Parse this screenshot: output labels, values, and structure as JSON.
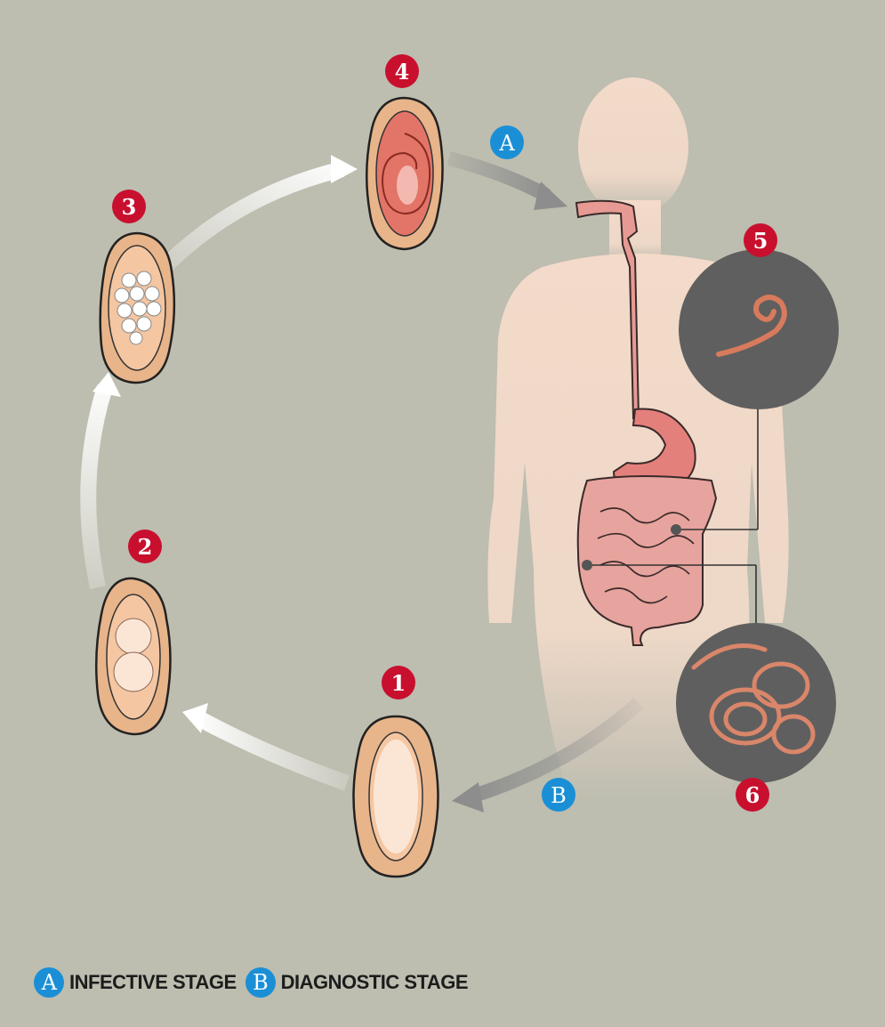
{
  "stages": [
    {
      "label": "1"
    },
    {
      "label": "2"
    },
    {
      "label": "3"
    },
    {
      "label": "4"
    },
    {
      "label": "5"
    },
    {
      "label": "6"
    }
  ],
  "markers": {
    "infective": "A",
    "diagnostic": "B"
  },
  "legend": {
    "infective_letter": "A",
    "infective_text": "INFECTIVE STAGE",
    "diagnostic_letter": "B",
    "diagnostic_text": "DIAGNOSTIC STAGE"
  },
  "colors": {
    "background": "#bdbdb0",
    "stage_badge": "#c8102e",
    "marker_badge": "#1a8fd6",
    "egg_shell": "#e8b48a",
    "body": "#f5dccb",
    "zoom_circle": "#5f5f5f"
  }
}
